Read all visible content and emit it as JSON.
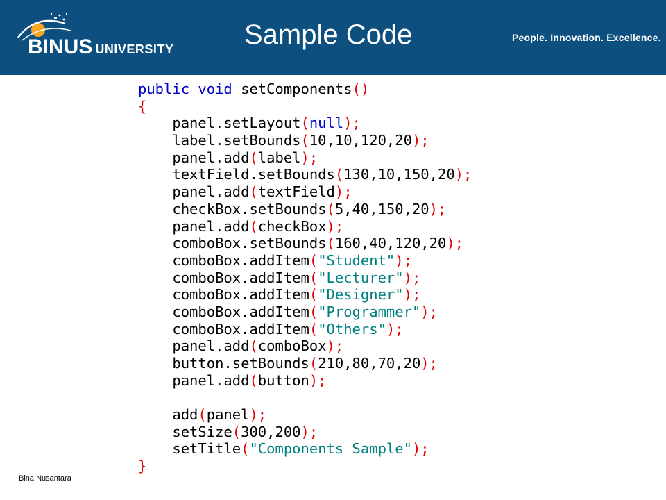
{
  "header": {
    "logo_name": "BINUS",
    "logo_suffix": "UNIVERSITY",
    "title": "Sample Code",
    "tagline": "People. Innovation. Excellence.",
    "background_color": "#0d4f7e"
  },
  "code": {
    "lines": [
      [
        {
          "t": "public void ",
          "c": "k"
        },
        {
          "t": "setComponents",
          "c": "n"
        },
        {
          "t": "()",
          "c": "p"
        }
      ],
      [
        {
          "t": "{",
          "c": "p"
        }
      ],
      [
        {
          "t": "    panel.setLayout",
          "c": "n"
        },
        {
          "t": "(",
          "c": "p"
        },
        {
          "t": "null",
          "c": "k"
        },
        {
          "t": ");",
          "c": "p"
        }
      ],
      [
        {
          "t": "    label.setBounds",
          "c": "n"
        },
        {
          "t": "(",
          "c": "p"
        },
        {
          "t": "10,10,120,20",
          "c": "n"
        },
        {
          "t": ");",
          "c": "p"
        }
      ],
      [
        {
          "t": "    panel.add",
          "c": "n"
        },
        {
          "t": "(",
          "c": "p"
        },
        {
          "t": "label",
          "c": "n"
        },
        {
          "t": ");",
          "c": "p"
        }
      ],
      [
        {
          "t": "    textField.setBounds",
          "c": "n"
        },
        {
          "t": "(",
          "c": "p"
        },
        {
          "t": "130,10,150,20",
          "c": "n"
        },
        {
          "t": ");",
          "c": "p"
        }
      ],
      [
        {
          "t": "    panel.add",
          "c": "n"
        },
        {
          "t": "(",
          "c": "p"
        },
        {
          "t": "textField",
          "c": "n"
        },
        {
          "t": ");",
          "c": "p"
        }
      ],
      [
        {
          "t": "    checkBox.setBounds",
          "c": "n"
        },
        {
          "t": "(",
          "c": "p"
        },
        {
          "t": "5,40,150,20",
          "c": "n"
        },
        {
          "t": ");",
          "c": "p"
        }
      ],
      [
        {
          "t": "    panel.add",
          "c": "n"
        },
        {
          "t": "(",
          "c": "p"
        },
        {
          "t": "checkBox",
          "c": "n"
        },
        {
          "t": ");",
          "c": "p"
        }
      ],
      [
        {
          "t": "    comboBox.setBounds",
          "c": "n"
        },
        {
          "t": "(",
          "c": "p"
        },
        {
          "t": "160,40,120,20",
          "c": "n"
        },
        {
          "t": ");",
          "c": "p"
        }
      ],
      [
        {
          "t": "    comboBox.addItem",
          "c": "n"
        },
        {
          "t": "(",
          "c": "p"
        },
        {
          "t": "\"Student\"",
          "c": "s"
        },
        {
          "t": ");",
          "c": "p"
        }
      ],
      [
        {
          "t": "    comboBox.addItem",
          "c": "n"
        },
        {
          "t": "(",
          "c": "p"
        },
        {
          "t": "\"Lecturer\"",
          "c": "s"
        },
        {
          "t": ");",
          "c": "p"
        }
      ],
      [
        {
          "t": "    comboBox.addItem",
          "c": "n"
        },
        {
          "t": "(",
          "c": "p"
        },
        {
          "t": "\"Designer\"",
          "c": "s"
        },
        {
          "t": ");",
          "c": "p"
        }
      ],
      [
        {
          "t": "    comboBox.addItem",
          "c": "n"
        },
        {
          "t": "(",
          "c": "p"
        },
        {
          "t": "\"Programmer\"",
          "c": "s"
        },
        {
          "t": ");",
          "c": "p"
        }
      ],
      [
        {
          "t": "    comboBox.addItem",
          "c": "n"
        },
        {
          "t": "(",
          "c": "p"
        },
        {
          "t": "\"Others\"",
          "c": "s"
        },
        {
          "t": ");",
          "c": "p"
        }
      ],
      [
        {
          "t": "    panel.add",
          "c": "n"
        },
        {
          "t": "(",
          "c": "p"
        },
        {
          "t": "comboBox",
          "c": "n"
        },
        {
          "t": ");",
          "c": "p"
        }
      ],
      [
        {
          "t": "    button.setBounds",
          "c": "n"
        },
        {
          "t": "(",
          "c": "p"
        },
        {
          "t": "210,80,70,20",
          "c": "n"
        },
        {
          "t": ");",
          "c": "p"
        }
      ],
      [
        {
          "t": "    panel.add",
          "c": "n"
        },
        {
          "t": "(",
          "c": "p"
        },
        {
          "t": "button",
          "c": "n"
        },
        {
          "t": ");",
          "c": "p"
        }
      ],
      [],
      [
        {
          "t": "    add",
          "c": "n"
        },
        {
          "t": "(",
          "c": "p"
        },
        {
          "t": "panel",
          "c": "n"
        },
        {
          "t": ");",
          "c": "p"
        }
      ],
      [
        {
          "t": "    setSize",
          "c": "n"
        },
        {
          "t": "(",
          "c": "p"
        },
        {
          "t": "300,200",
          "c": "n"
        },
        {
          "t": ");",
          "c": "p"
        }
      ],
      [
        {
          "t": "    setTitle",
          "c": "n"
        },
        {
          "t": "(",
          "c": "p"
        },
        {
          "t": "\"Components Sample\"",
          "c": "s"
        },
        {
          "t": ");",
          "c": "p"
        }
      ],
      [
        {
          "t": "}",
          "c": "p"
        }
      ]
    ],
    "colors": {
      "keyword": "#0000c8",
      "punctuation": "#e00000",
      "string": "#008080",
      "plain": "#000000"
    }
  },
  "footer": {
    "text": "Bina Nusantara"
  }
}
